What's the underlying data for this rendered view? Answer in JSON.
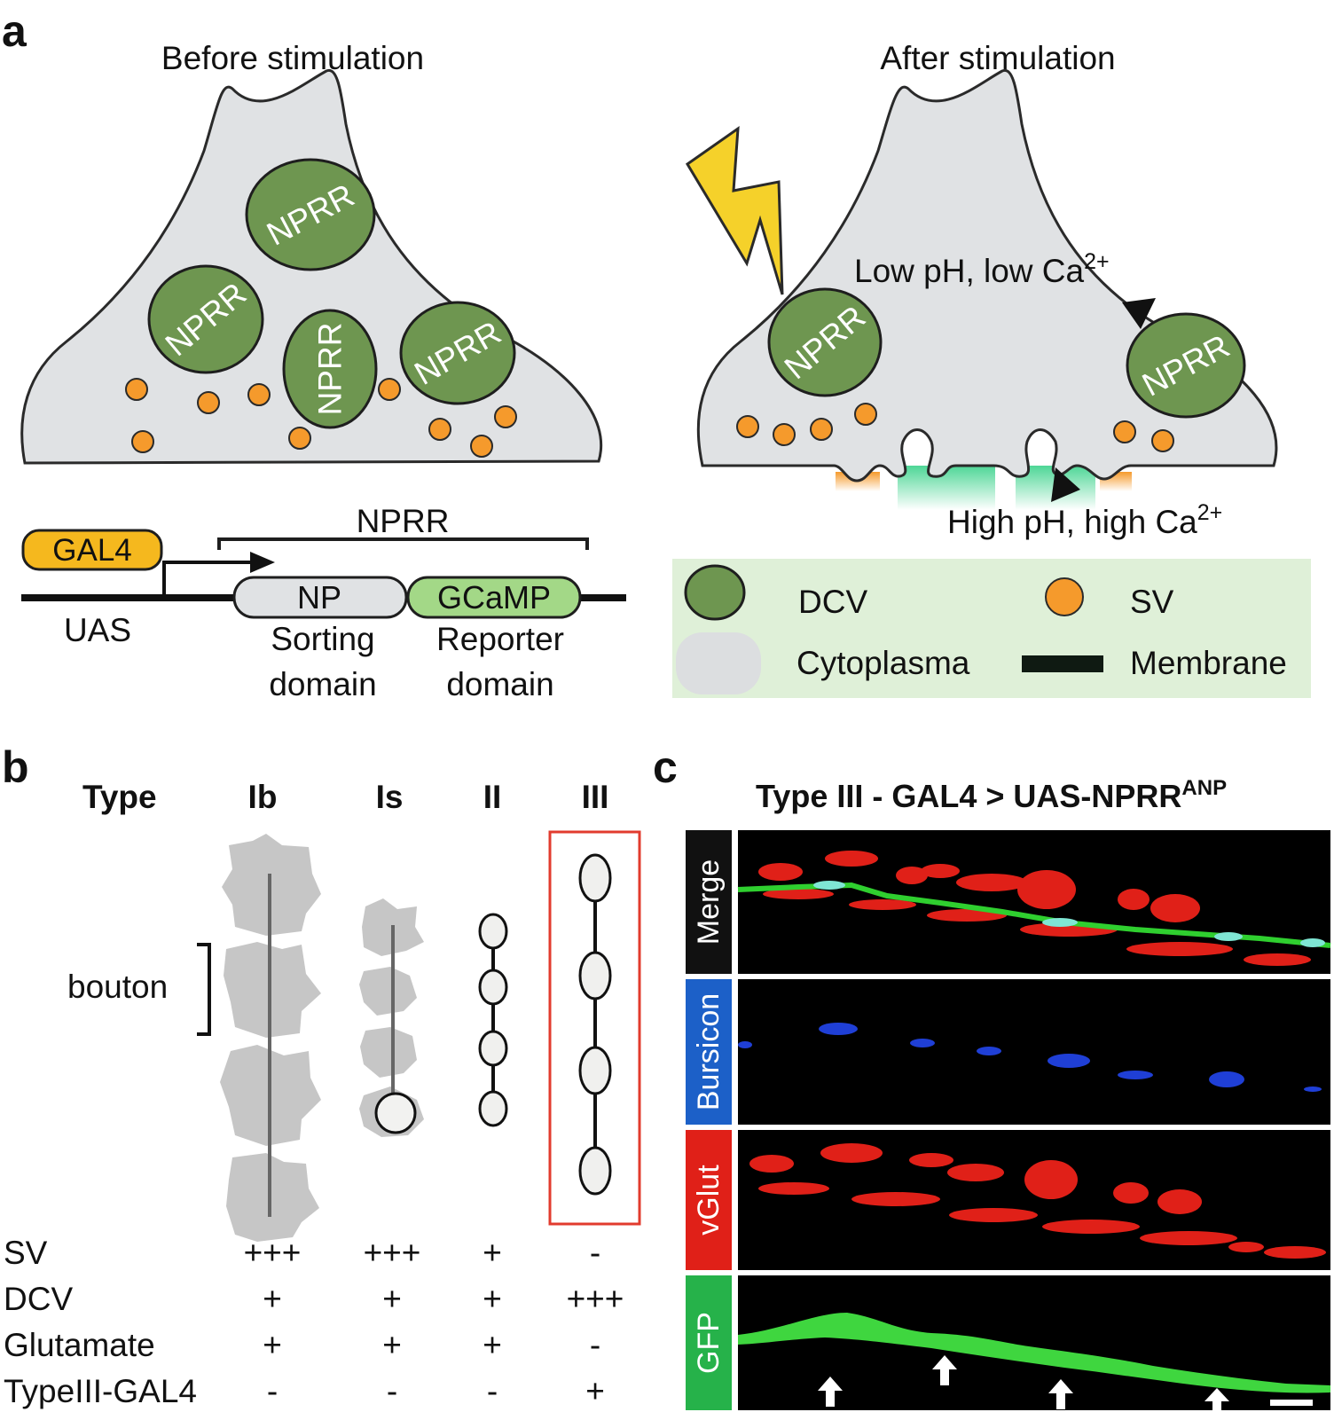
{
  "panel_a": {
    "label": "a",
    "before_title": "Before stimulation",
    "after_title": "After stimulation",
    "dcv_label": "NPRR",
    "low_condition": "Low pH, low Ca",
    "high_condition": "High pH, high Ca",
    "ca_superscript": "2+",
    "construct": {
      "gal4": "GAL4",
      "uas": "UAS",
      "nprr": "NPRR",
      "np": "NP",
      "gcamp": "GCaMP",
      "sorting_1": "Sorting",
      "sorting_2": "domain",
      "reporter_1": "Reporter",
      "reporter_2": "domain"
    },
    "legend": {
      "dcv": "DCV",
      "sv": "SV",
      "cytoplasma": "Cytoplasma",
      "membrane": "Membrane"
    }
  },
  "panel_b": {
    "label": "b",
    "type_header": "Type",
    "types": [
      "Ib",
      "Is",
      "II",
      "III"
    ],
    "bouton_label": "bouton",
    "rows": [
      {
        "name": "SV",
        "values": [
          "+++",
          "+++",
          "+",
          "-"
        ]
      },
      {
        "name": "DCV",
        "values": [
          "+",
          "+",
          "+",
          "+++"
        ]
      },
      {
        "name": "Glutamate",
        "values": [
          "+",
          "+",
          "+",
          "-"
        ]
      },
      {
        "name": "TypeIII-GAL4",
        "values": [
          "-",
          "-",
          "-",
          "+"
        ]
      }
    ]
  },
  "panel_c": {
    "label": "c",
    "title": "Type III - GAL4 > UAS-NPRR",
    "title_superscript": "ANP",
    "channels": [
      "Merge",
      "Bursicon",
      "vGlut",
      "GFP"
    ]
  },
  "colors": {
    "cytoplasm": "#e0e2e4",
    "dcv_fill": "#6e9650",
    "sv_fill": "#f59a2c",
    "gal4_fill": "#f5b81e",
    "gcamp_fill": "#a3d887",
    "np_fill": "#e0e2e4",
    "legend_bg": "#dff0d8",
    "release_green": "#4ed696",
    "lightning": "#f5d12a",
    "highlight_box": "#e23b2e",
    "vglut_red": "#e02018",
    "bursicon_blue": "#1f3fd6",
    "gfp_green": "#26b24a",
    "merge_black": "#111111"
  }
}
